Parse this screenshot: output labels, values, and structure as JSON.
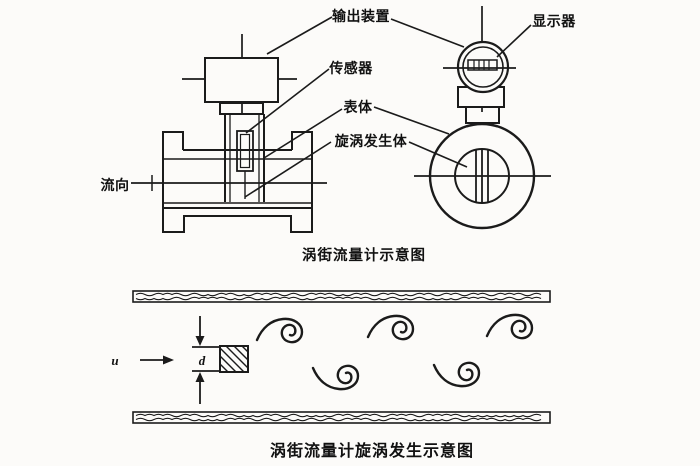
{
  "figure": {
    "background": "#fcfbf9",
    "ink_color": "#1b1b1b"
  },
  "top_figure": {
    "caption": "涡街流量计示意图",
    "labels": {
      "output_device": "输出装置",
      "display": "显示器",
      "sensor": "传感器",
      "meter_body": "表体",
      "vortex_generator": "旋涡发生体",
      "flow_direction": "流向"
    }
  },
  "bottom_figure": {
    "caption": "涡街流量计旋涡发生示意图",
    "labels": {
      "velocity": "u",
      "bluff_body_width": "d"
    }
  }
}
